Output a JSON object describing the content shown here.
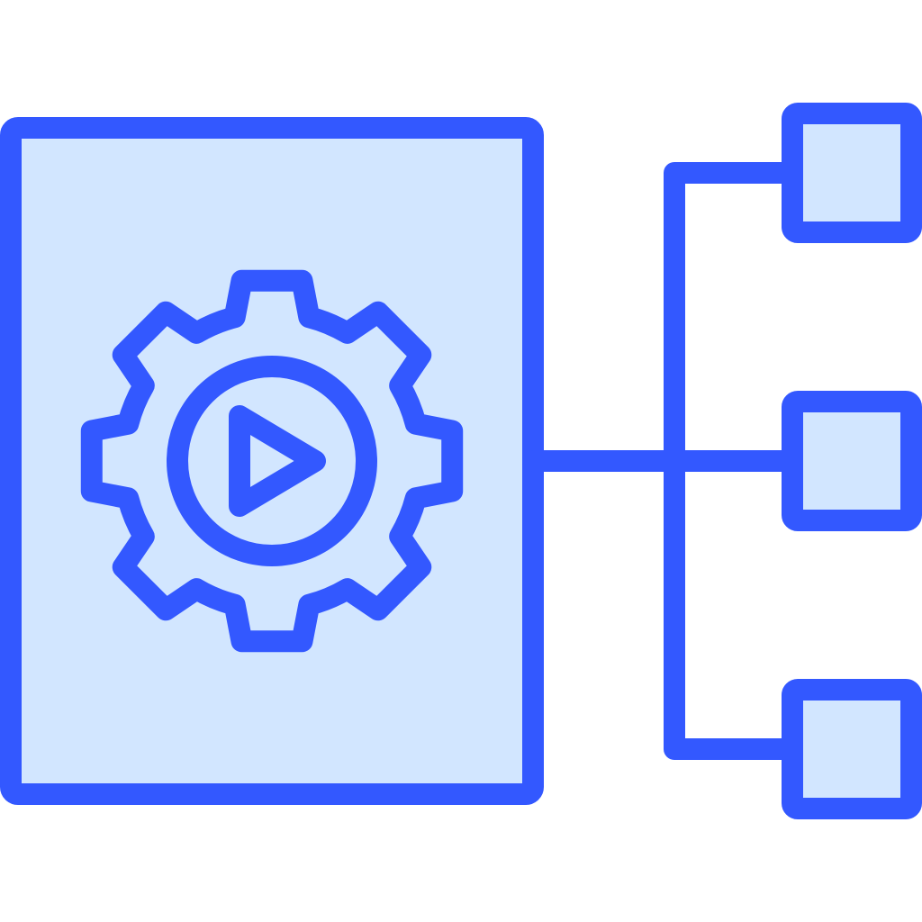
{
  "icon": {
    "name": "automation-workflow-icon",
    "stroke_color": "#3358FF",
    "fill_color": "#D2E6FF",
    "background_color": "#FFFFFF",
    "parts": {
      "panel": "document-panel",
      "gear": "gear-icon",
      "play": "play-icon",
      "connector": "tree-connector",
      "nodes": [
        "node-top",
        "node-middle",
        "node-bottom"
      ]
    }
  }
}
